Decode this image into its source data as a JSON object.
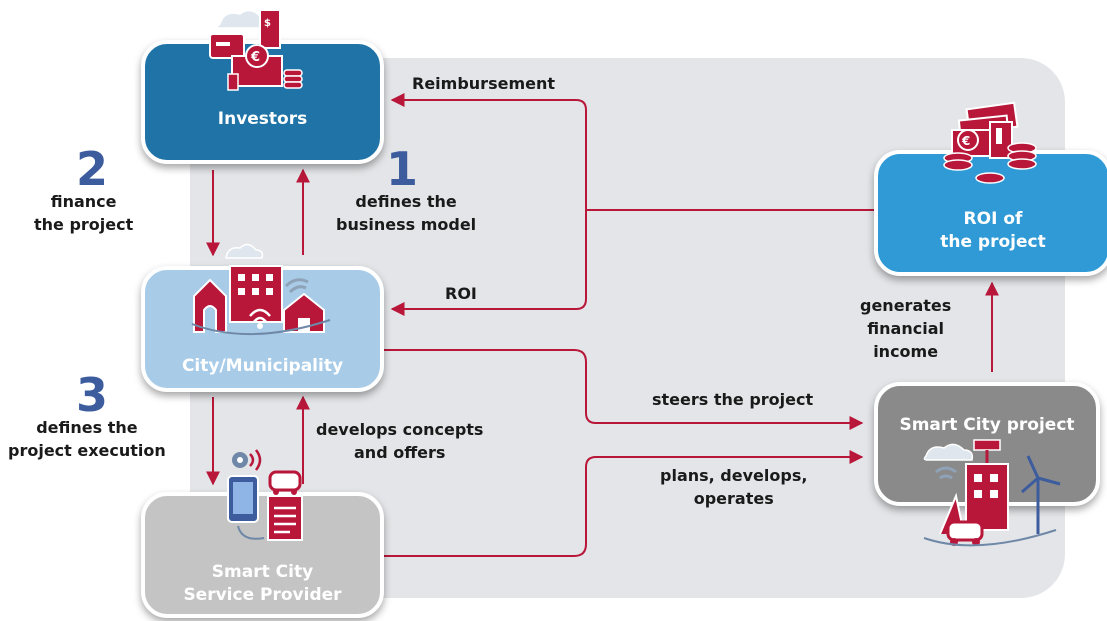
{
  "nodes": {
    "investors": "Investors",
    "roi_line1": "ROI of",
    "roi_line2": "the project",
    "city": "City/Municipality",
    "smart_project": "Smart City project",
    "provider_line1": "Smart City",
    "provider_line2": "Service Provider"
  },
  "labels": {
    "reimbursement": "Reimbursement",
    "roi": "ROI",
    "defines_model_1": "defines the",
    "defines_model_2": "business model",
    "finance_1": "finance",
    "finance_2": "the project",
    "defines_exec_1": "defines the",
    "defines_exec_2": "project execution",
    "develops_1": "develops concepts",
    "develops_2": "and offers",
    "steers": "steers the project",
    "plans_1": "plans, develops,",
    "plans_2": "operates",
    "generates_1": "generates",
    "generates_2": "financial",
    "generates_3": "income"
  },
  "steps": {
    "one": "1",
    "two": "2",
    "three": "3"
  },
  "colors": {
    "investors": "#1f73a6",
    "roi": "#2f9ad6",
    "city": "#a8cbe8",
    "smart_project": "#8a8a8a",
    "provider": "#c4c4c4",
    "arrow": "#b8173a",
    "panel": "#e3e5e8",
    "step_number": "#3c5c9e"
  },
  "icons": [
    "finance-stack-icon",
    "money-coins-icon",
    "city-buildings-icon",
    "service-devices-icon",
    "smart-city-project-icon"
  ]
}
